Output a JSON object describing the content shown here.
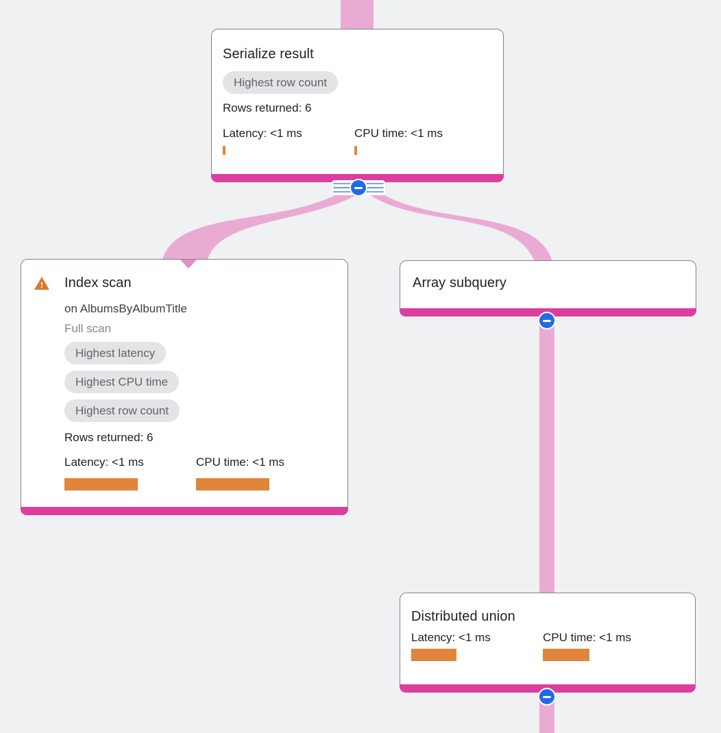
{
  "app": {
    "name": "Query plan visualizer"
  },
  "colors": {
    "background": "#f0f1f3",
    "node_accent_pink": "#dd3d9e",
    "edge_pink": "#e9abd4",
    "edge_arrow_pink": "#e28fc7",
    "metric_bar_orange": "#e0853b",
    "warning_orange": "#dc7928",
    "collapse_button_blue": "#1f6ce5",
    "badge_background": "#e4e4e7",
    "badge_text": "#5f6368"
  },
  "icons": {
    "warning": "warning-triangle",
    "collapse": "minus-in-circle",
    "collapsed_edges": "striped-lines"
  },
  "nodes": {
    "serialize_result": {
      "title": "Serialize result",
      "badges": [
        "Highest row count"
      ],
      "rows_returned": "Rows returned: 6",
      "latency_label": "Latency: <1 ms",
      "cpu_label": "CPU time: <1 ms",
      "latency_bar_width": 4,
      "cpu_bar_width": 4
    },
    "index_scan": {
      "title": "Index scan",
      "subtitle": "on AlbumsByAlbumTitle",
      "scan_type": "Full scan",
      "badges": [
        "Highest latency",
        "Highest CPU time",
        "Highest row count"
      ],
      "rows_returned": "Rows returned: 6",
      "latency_label": "Latency: <1 ms",
      "cpu_label": "CPU time: <1 ms",
      "latency_bar_width": 107,
      "cpu_bar_width": 107
    },
    "array_subquery": {
      "title": "Array subquery"
    },
    "distributed_union": {
      "title": "Distributed union",
      "latency_label": "Latency: <1 ms",
      "cpu_label": "CPU time: <1 ms",
      "latency_bar_width": 66,
      "cpu_bar_width": 68
    }
  }
}
